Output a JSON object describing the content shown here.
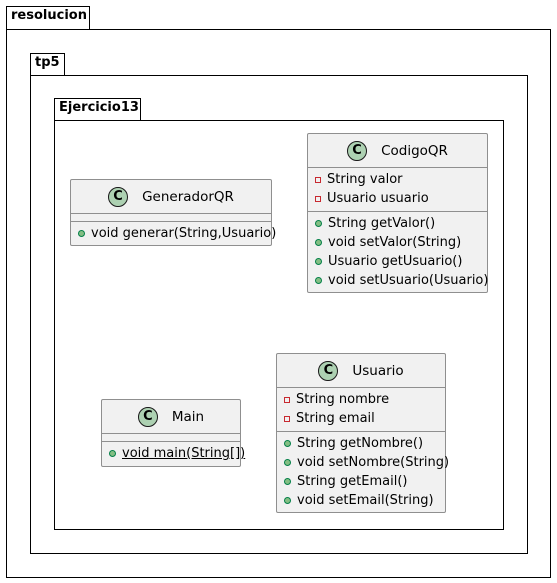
{
  "packages": {
    "outer": "resolucion",
    "middle": "tp5",
    "inner": "Ejercicio13"
  },
  "classes": {
    "generador": {
      "badge": "C",
      "name": "GeneradorQR",
      "methods": [
        "void generar(String,Usuario)"
      ]
    },
    "codigo": {
      "badge": "C",
      "name": "CodigoQR",
      "fields": [
        "String valor",
        "Usuario usuario"
      ],
      "methods": [
        "String getValor()",
        "void setValor(String)",
        "Usuario getUsuario()",
        "void setUsuario(Usuario)"
      ]
    },
    "main": {
      "badge": "C",
      "name": "Main",
      "methods": [
        "void main(String[])"
      ]
    },
    "usuario": {
      "badge": "C",
      "name": "Usuario",
      "fields": [
        "String nombre",
        "String email"
      ],
      "methods": [
        "String getNombre()",
        "void setNombre(String)",
        "String getEmail()",
        "void setEmail(String)"
      ]
    }
  }
}
